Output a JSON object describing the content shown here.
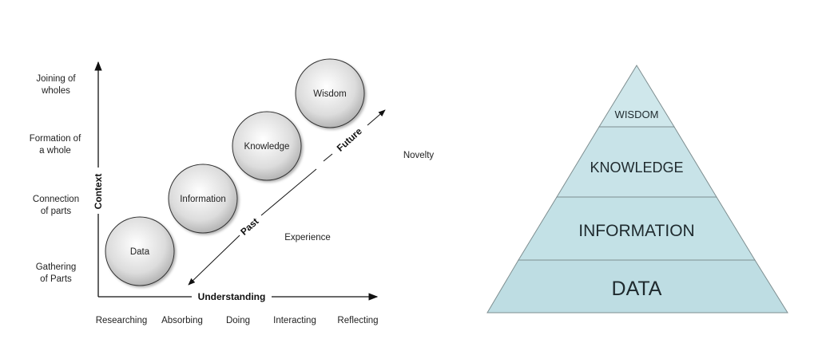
{
  "left_diagram": {
    "y_axis_label": "Context",
    "x_axis_label": "Understanding",
    "y_levels": [
      [
        "Joining of",
        "wholes"
      ],
      [
        "Formation of",
        "a whole"
      ],
      [
        "Connection",
        "of parts"
      ],
      [
        "Gathering",
        "of Parts"
      ]
    ],
    "x_levels": [
      "Researching",
      "Absorbing",
      "Doing",
      "Interacting",
      "Reflecting"
    ],
    "circles": [
      "Data",
      "Information",
      "Knowledge",
      "Wisdom"
    ],
    "arrow_labels": {
      "past": "Past",
      "future": "Future"
    },
    "annotations": {
      "experience": "Experience",
      "novelty": "Novelty"
    }
  },
  "pyramid": {
    "levels": [
      "WISDOM",
      "KNOWLEDGE",
      "INFORMATION",
      "DATA"
    ],
    "fill_color": "#c3e1e6",
    "stroke_color": "#7e8e90"
  }
}
